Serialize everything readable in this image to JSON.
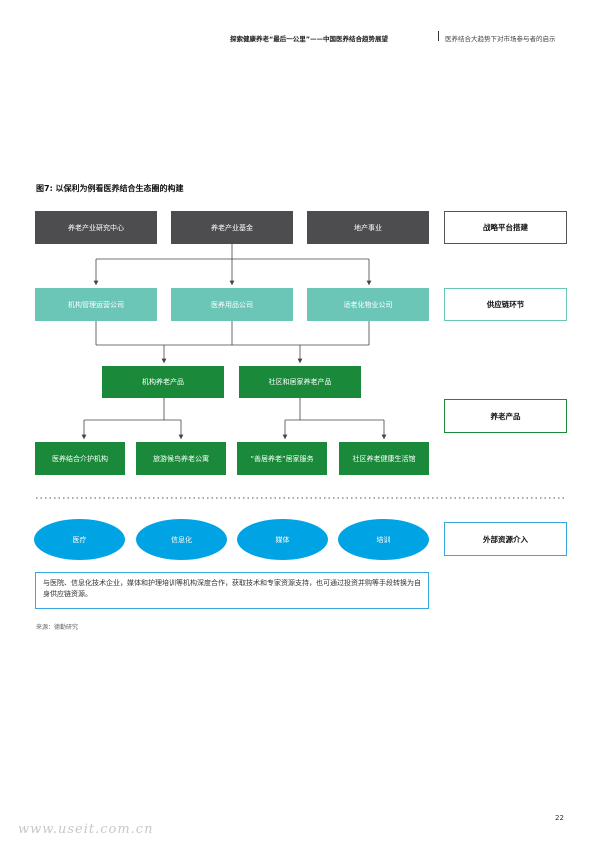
{
  "header": {
    "left": "探索健康养老“最后一公里”——中国医养结合趋势展望",
    "right": "医养结合大趋势下对市场参与者的启示"
  },
  "figure": {
    "title": "图7: 以保利为例看医养结合生态圈的构建"
  },
  "rows": {
    "strategic": [
      "养老产业研究中心",
      "养老产业基金",
      "地产事业"
    ],
    "supply": [
      "机构管理运营公司",
      "医养用品公司",
      "适老化物业公司"
    ],
    "products_top": [
      "机构养老产品",
      "社区和居家养老产品"
    ],
    "products_bottom": [
      "医养结合介护机构",
      "旅游候鸟养老公寓",
      "“善居养老”居家服务",
      "社区养老健康生活馆"
    ],
    "resources": [
      "医疗",
      "信息化",
      "媒体",
      "培训"
    ]
  },
  "side_labels": {
    "strategic": "战略平台搭建",
    "supply": "供应链环节",
    "products": "养老产品",
    "resources": "外部资源介入"
  },
  "description": "与医院、信息化技术企业，媒体和护理培训等机构深度合作，获取技术和专家资源支持，也可通过投资并购等手段转换为自身供应链资源。",
  "source": "来源：德勤研究",
  "page_number": "22",
  "watermark": "www.useit.com.cn",
  "colors": {
    "dark_box": "#4d4d4f",
    "teal_box": "#6cc6b7",
    "green_box": "#1a8a3a",
    "blue_ellipse": "#00a4e4"
  }
}
